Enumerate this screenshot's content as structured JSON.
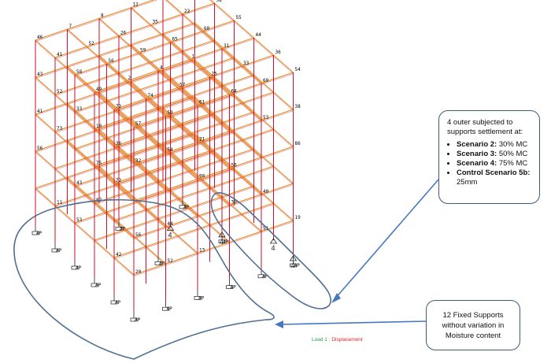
{
  "structure": {
    "node_labels": [
      "57",
      "58",
      "59",
      "56",
      "61",
      "59",
      "64",
      "65",
      "60",
      "60",
      "54",
      "55",
      "32",
      "33",
      "54",
      "53",
      "72",
      "73",
      "90",
      "86",
      "87",
      "56",
      "30",
      "20",
      "53",
      "52",
      "51",
      "72",
      "41",
      "74",
      "52",
      "57",
      "26",
      "25",
      "35",
      "33",
      "22",
      "36",
      "58",
      "36",
      "52",
      "21",
      "38",
      "75",
      "41",
      "56",
      "56",
      "43",
      "44",
      "40",
      "42",
      "11",
      "13",
      "19",
      "49",
      "46",
      "2",
      "7",
      "4",
      "8",
      "1",
      "12",
      "31",
      "33",
      "44",
      "42",
      "10",
      "43"
    ],
    "support_labels": [
      "AP",
      "AP",
      "AP",
      "AP",
      "AP",
      "AP",
      "AP",
      "AP",
      "AP",
      "AP",
      "AP",
      "AP",
      "AP",
      "AP",
      "AP",
      "AP",
      "AP",
      "AP",
      "AP"
    ],
    "settlement_marker": "4"
  },
  "callouts": {
    "settlement": {
      "title": "4 outer subjected to supports settlement at:",
      "items": [
        {
          "label": "Scenario 2:",
          "value": " 30% MC"
        },
        {
          "label": "Scenario 3:",
          "value": " 50% MC"
        },
        {
          "label": "Scenario 4:",
          "value": " 75% MC"
        },
        {
          "label": "Control Scenario 5b:",
          "value": " 25mm"
        }
      ]
    },
    "fixed": {
      "text": "12 Fixed Supports without variation in Moisture content"
    }
  },
  "legend": {
    "load": "Load 1 : ",
    "displacement": "Displacement"
  },
  "colors": {
    "beam": "#e8891f",
    "column": "#c8102e",
    "callout_border": "#3d5c82",
    "arrow": "#4a78c0"
  }
}
